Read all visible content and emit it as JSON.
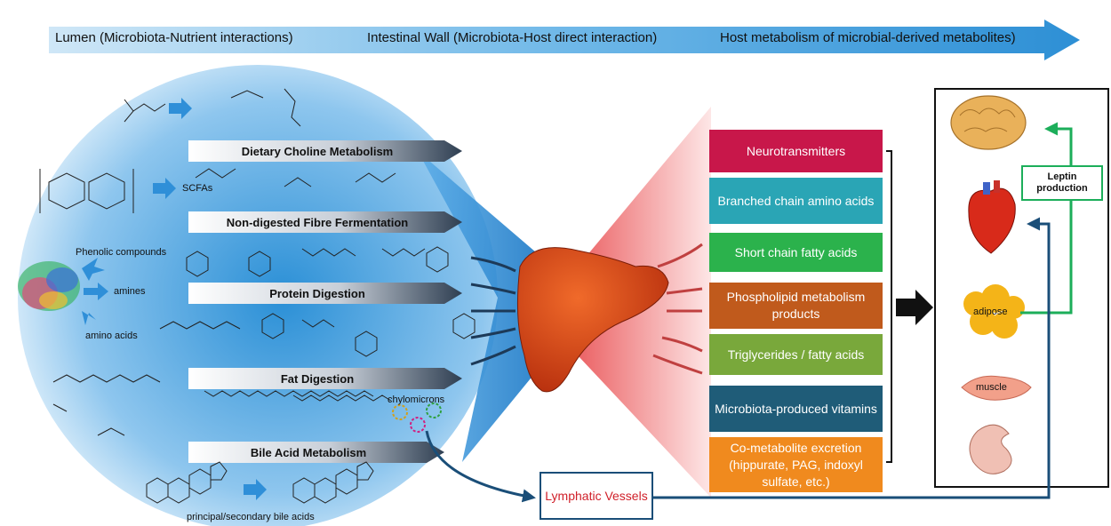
{
  "banner": {
    "lumen": "Lumen (Microbiota-Nutrient interactions)",
    "wall": "Intestinal Wall (Microbiota-Host direct interaction)",
    "host": "Host metabolism of microbial-derived metabolites)"
  },
  "stages": {
    "choline": "Dietary  Choline Metabolism",
    "fibre": "Non-digested Fibre Fermentation",
    "protein": "Protein Digestion",
    "fat": "Fat Digestion",
    "bile": "Bile Acid Metabolism"
  },
  "molecule_labels": {
    "scfas": "SCFAs",
    "phenolic": "Phenolic compounds",
    "amines": "amines",
    "amino_acids": "amino acids",
    "chylomicrons": "chylomicrons",
    "bile_acids": "principal/secondary bile acids"
  },
  "products": [
    {
      "label": "Neurotransmitters",
      "color": "#c8174a"
    },
    {
      "label": "Branched chain amino acids",
      "color": "#2aa5b5"
    },
    {
      "label": "Short chain fatty acids",
      "color": "#2bb24c"
    },
    {
      "label": "Phospholipid metabolism products",
      "color": "#c05a1c"
    },
    {
      "label": "Triglycerides / fatty acids",
      "color": "#79a83b"
    },
    {
      "label": "Microbiota-produced vitamins",
      "color": "#1f5c78"
    },
    {
      "label": "Co-metabolite excretion (hippurate, PAG, indoxyl sulfate, etc.)",
      "color": "#f08a1e"
    }
  ],
  "lymphatic": "Lymphatic Vessels",
  "leptin": "Leptin production",
  "organs": {
    "adipose": "adipose",
    "muscle": "muscle"
  },
  "colors": {
    "banner": "#3a9ad9",
    "lymph_line": "#1a4e78",
    "leptin_line": "#1cae5a",
    "lymph_text": "#d0202a"
  }
}
